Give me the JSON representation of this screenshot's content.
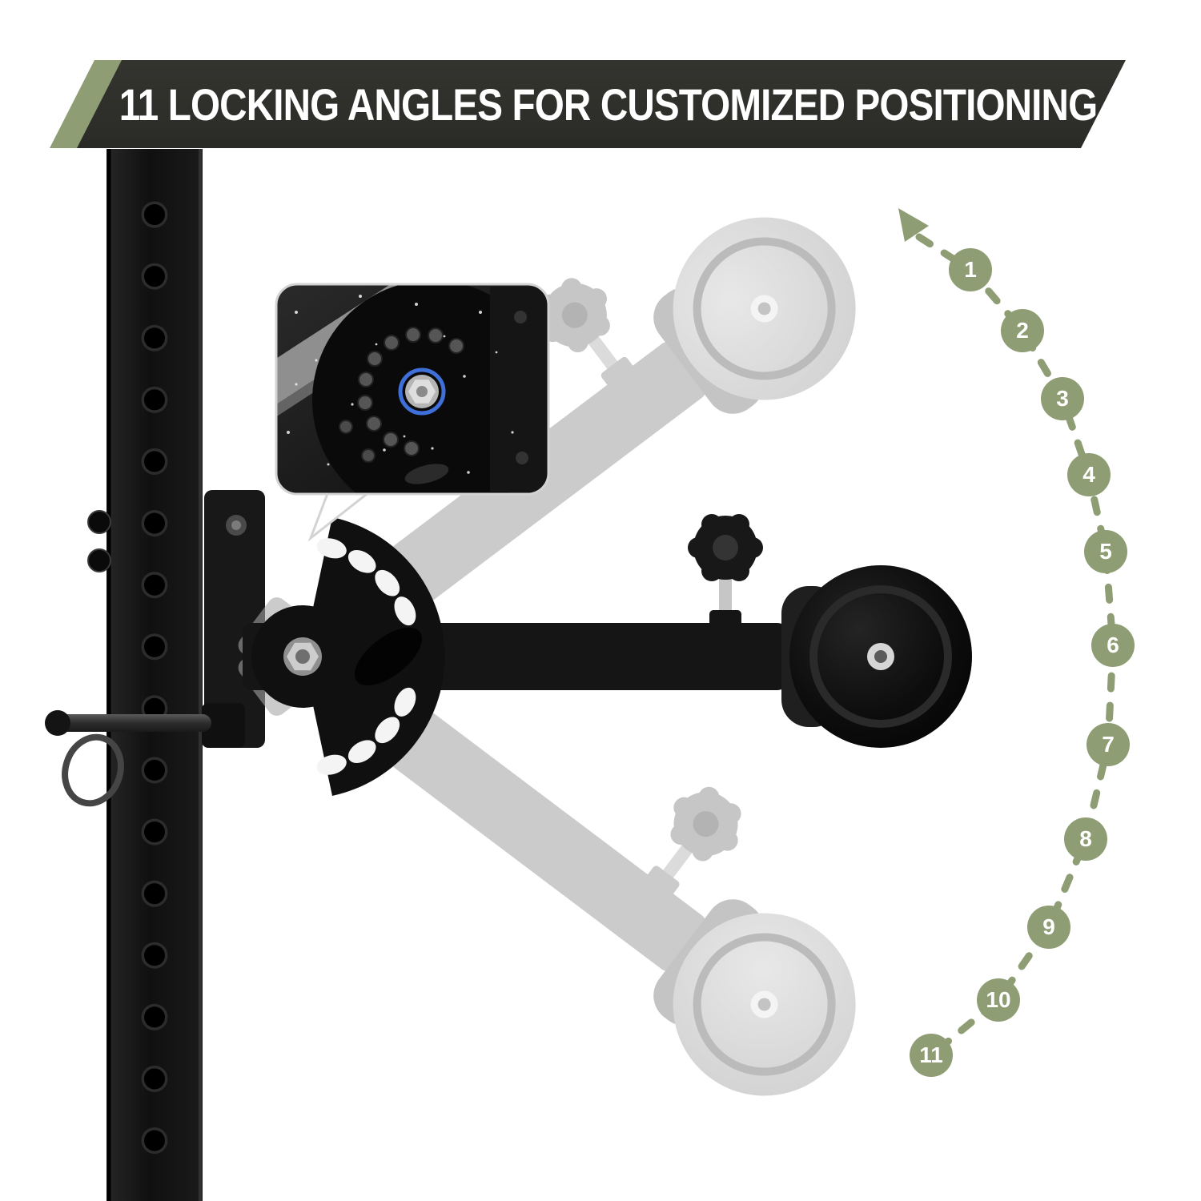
{
  "banner": {
    "title": "11 LOCKING ANGLES FOR CUSTOMIZED POSITIONING"
  },
  "angle_sequence": {
    "labels": [
      "1",
      "2",
      "3",
      "4",
      "5",
      "6",
      "7",
      "8",
      "9",
      "10",
      "11"
    ]
  },
  "icons": {
    "rotation_arrow": "↖"
  },
  "colors": {
    "olive": "#8e9d73",
    "banner_bg": "#2d2d29",
    "steel": "#141414",
    "ghost": "#c3c3c3",
    "washer_blue": "#3f6fd8",
    "background": "#ffffff"
  }
}
